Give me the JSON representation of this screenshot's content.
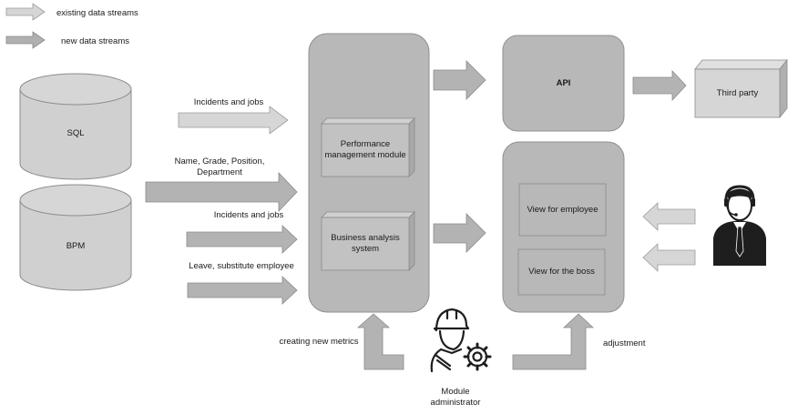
{
  "legend": {
    "existing": "existing data streams",
    "new": "new data streams"
  },
  "sources": {
    "sql": "SQL",
    "bpm": "BPM"
  },
  "flows": {
    "incidents_jobs_1": "Incidents and jobs",
    "name_grade": "Name, Grade, Position, Department",
    "incidents_jobs_2": "Incidents and jobs",
    "leave": "Leave, substitute employee",
    "creating_metrics": "creating new metrics",
    "adjustment": "adjustment"
  },
  "core": {
    "perf_module": "Performance management module",
    "bas": "Business analysis system"
  },
  "api": {
    "label": "API"
  },
  "third_party": {
    "label": "Third party"
  },
  "views": {
    "employee": "View for employee",
    "boss": "View for the boss"
  },
  "actors": {
    "admin": "Module administrator",
    "user": "employee with headset"
  },
  "colors": {
    "existing_arrow": "#d4d4d4",
    "new_arrow": "#b3b3b3",
    "container": "#b8b8b8",
    "cylinder": "#d0d0d0",
    "box": "#c4c4c4"
  }
}
